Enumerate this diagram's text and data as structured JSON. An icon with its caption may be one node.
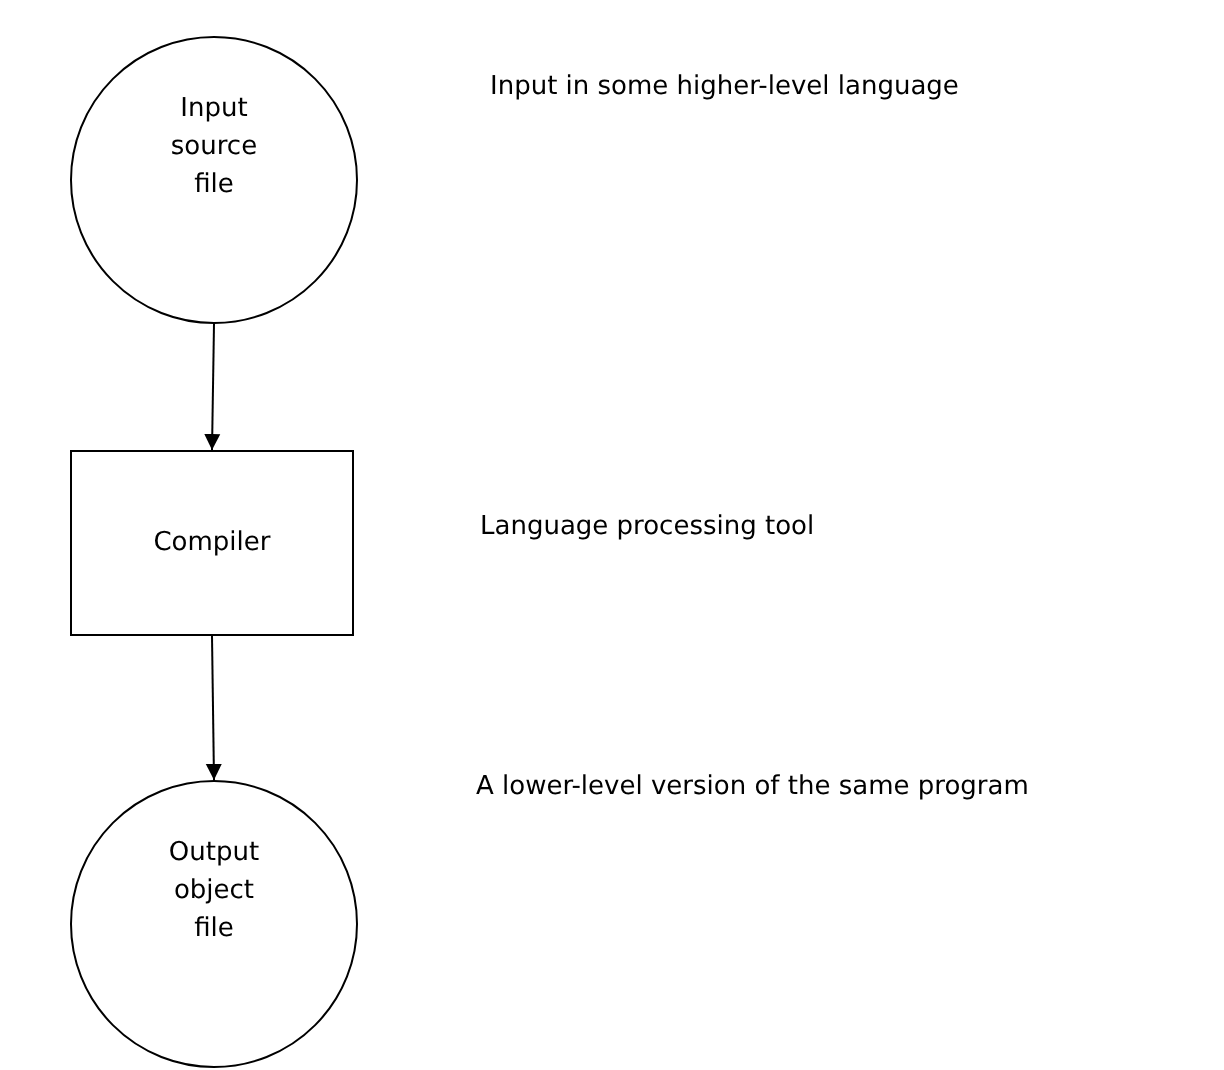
{
  "diagram": {
    "nodes": [
      {
        "text": [
          "Input source file"
        ]
      },
      {
        "text": [
          "Compiler"
        ]
      },
      {
        "text": [
          "Output object file"
        ]
      }
    ],
    "edges": [
      {
        "from": 0,
        "to": 1,
        "arrow": "to"
      },
      {
        "from": 1,
        "to": 2,
        "arrow": "to"
      }
    ],
    "labels": [
      "Input in some higher-level language",
      "Language processing tool",
      "A lower-level version of the same program"
    ]
  }
}
